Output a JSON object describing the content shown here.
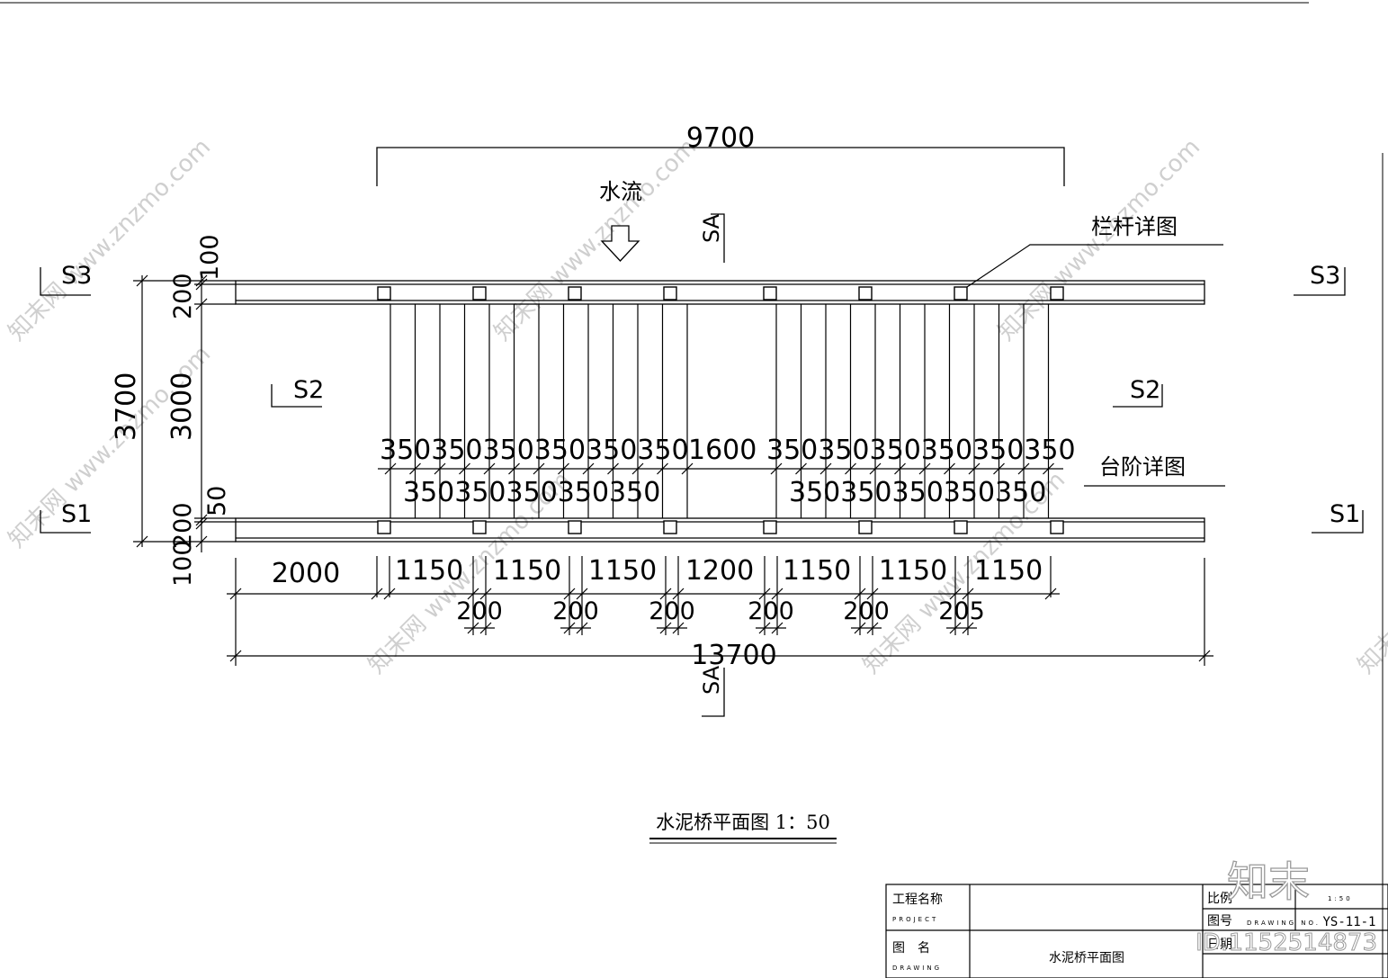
{
  "overall_width_label": "9700",
  "total_length_label": "13700",
  "water_flow_label": "水流",
  "railing_detail_label": "栏杆详图",
  "step_detail_label": "台阶详图",
  "section_marks": {
    "sa_top": "SA",
    "sa_bottom": "SA",
    "s1_left": "S1",
    "s1_right": "S1",
    "s2_left": "S2",
    "s2_right": "S2",
    "s3_left": "S3",
    "s3_right": "S3"
  },
  "vertical_dims": {
    "overall": "3700",
    "deck": "3000",
    "top_beam": "200",
    "top_edge": "100",
    "bottom_beam": "200",
    "bottom_edge": "100",
    "step": "50"
  },
  "slat_spacing_row_1": "350350350350350350",
  "middle_gap": "1600",
  "slat_spacing_row_2": "350350350350350350",
  "slat_spacing_row_3": "350350350350350",
  "slat_spacing_row_4": "350350350350350",
  "bottom_dims": {
    "start": "2000",
    "bays": [
      "1150",
      "1150",
      "1150",
      "1200",
      "1150",
      "1150",
      "1150"
    ],
    "posts": [
      "200",
      "200",
      "200",
      "200",
      "200",
      "205"
    ]
  },
  "drawing_caption": "水泥桥平面图 1：50",
  "title_block": {
    "project_label": "工程名称",
    "project_sub": "PROJECT",
    "drawing_label": "图　名",
    "drawing_sub": "DRAWING",
    "drawing_name": "水泥桥平面图",
    "scale_label": "比例",
    "scale_value": "1:50",
    "number_label": "图号",
    "number_sub": "DRAWING NO.",
    "number_value": "YS-11-1",
    "date_label": "日期"
  },
  "watermark_text": "知末网 www.znzmo.com",
  "logo_text": "知末",
  "image_id_text": "ID:1152514873"
}
